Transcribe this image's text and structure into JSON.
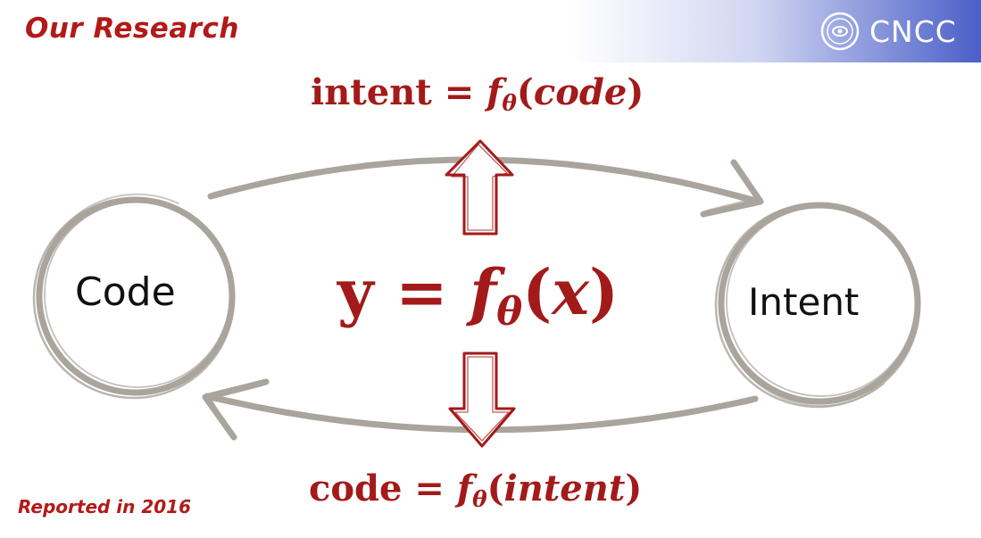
{
  "slide": {
    "title": "Our Research",
    "logo_text": "CNCC",
    "note": "Reported in 2016"
  },
  "diagram": {
    "nodes": {
      "left": "Code",
      "right": "Intent"
    },
    "formulas": {
      "top": {
        "lhs": "intent",
        "eq": "=",
        "fn": "f",
        "sub": "θ",
        "arg": "code"
      },
      "center": {
        "lhs": "y",
        "eq": "=",
        "fn": "f",
        "sub": "θ",
        "arg": "x"
      },
      "bottom": {
        "lhs": "code",
        "eq": "=",
        "fn": "f",
        "sub": "θ",
        "arg": "intent"
      }
    }
  },
  "colors": {
    "title_red": "#b21a1a",
    "formula_red": "#a31a1a",
    "sketch_gray": "#a9a49c",
    "logo_band": "#4a5fc8"
  }
}
